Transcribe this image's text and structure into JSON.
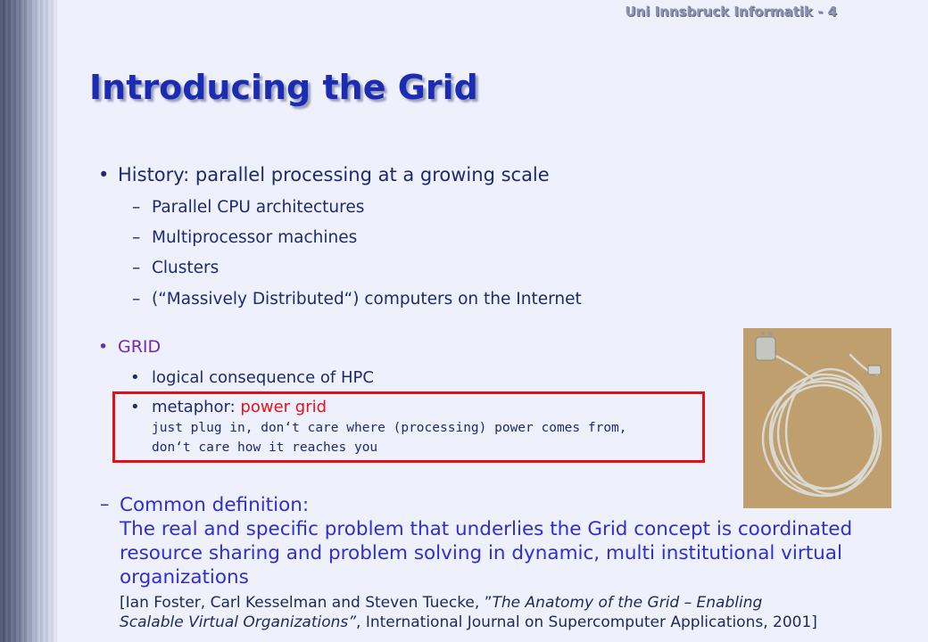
{
  "header": {
    "label": "Uni Innsbruck Informatik - 4"
  },
  "title": "Introducing the Grid",
  "history": {
    "bullet": "•",
    "label": "History: parallel processing at a growing scale",
    "dash": "–",
    "items": [
      "Parallel CPU architectures",
      "Multiprocessor machines",
      "Clusters",
      "(“Massively Distributed“) computers on the Internet"
    ]
  },
  "grid": {
    "bullet": "•",
    "label": "GRID",
    "sub_bullet": "•",
    "item1": "logical consequence of HPC",
    "metaphor_label": "metaphor: ",
    "metaphor_highlight": "power grid",
    "metaphor_line1": "just plug in, don‘t care where (processing) power comes from,",
    "metaphor_line2": "don‘t care how it reaches you"
  },
  "definition": {
    "dash": "–",
    "label": "Common definition:",
    "text": "The real and specific problem that underlies the Grid concept is coordinated resource sharing and problem solving in dynamic, multi institutional virtual organizations",
    "cite_open": "[Ian Foster, Carl Kesselman and Steven Tuecke, ”",
    "cite_title_1": "The Anatomy of the Grid – Enabling",
    "cite_title_2": "Scalable Virtual Organizations”",
    "cite_rest": ", International Journal on Supercomputer Applications, 2001]"
  }
}
